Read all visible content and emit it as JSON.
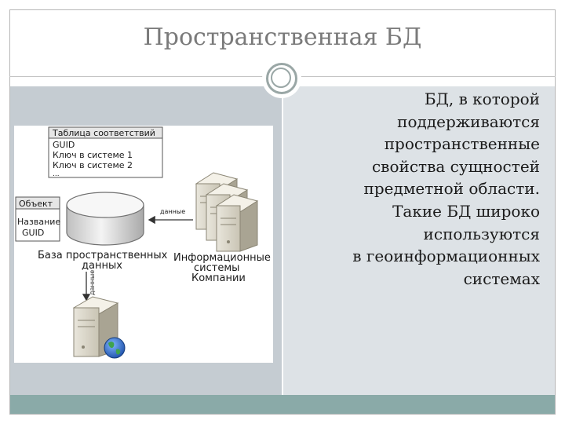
{
  "slide": {
    "title": "Пространственная БД",
    "body_lines": [
      "БД, в которой",
      "поддерживаются",
      "пространственные",
      "свойства сущностей",
      "предметной области.",
      "Такие БД широко",
      "используются",
      "в геоинформационных",
      "системах"
    ]
  },
  "diagram": {
    "table_box": {
      "header": "Таблица соответствий",
      "rows": [
        "GUID",
        "Ключ в системе 1",
        "Ключ в системе 2",
        "..."
      ]
    },
    "object_box": {
      "header": "Объект",
      "rows": [
        "Название",
        "GUID"
      ]
    },
    "database_label_line1": "База пространственных",
    "database_label_line2": "данных",
    "info_systems_label_line1": "Информационные",
    "info_systems_label_line2": "системы",
    "info_systems_label_line3": "Компании",
    "arrow_label_horizontal": "данные",
    "arrow_label_vertical": "данные"
  },
  "colors": {
    "title_gray": "#7a7a7a",
    "left_panel": "#c5ccd2",
    "right_panel": "#dde2e6",
    "bottom_band": "#8aaaa8",
    "ring": "#9aa7a6"
  }
}
